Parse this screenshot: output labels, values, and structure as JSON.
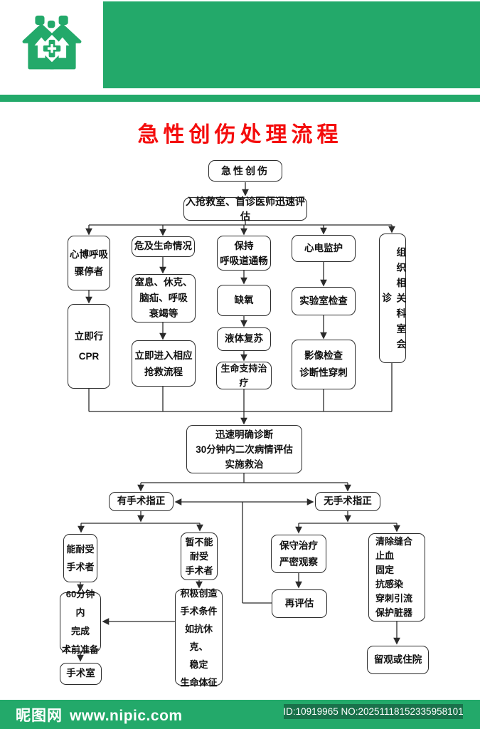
{
  "header": {
    "title": "急性创伤处理流程",
    "logo_name": "hospital-houses-cross-logo"
  },
  "colors": {
    "brand_green": "#23A96A",
    "title_red": "#F40C0C",
    "id_badge_green": "#19714A",
    "line_black": "#2B2B2B"
  },
  "flowchart": {
    "nodes": {
      "start": "急性创伤",
      "triage": "入抢救室、首诊医师迅速评估",
      "cardiac_arrest": "心博呼吸\n骤停者",
      "cpr": "立即行\nCPR",
      "life_threat": "危及生命情况",
      "critical_conditions": "窒息、休克、\n脑疝、呼吸\n衰竭等",
      "rescue_process": "立即进入相应\n抢救流程",
      "airway": "保持\n呼吸道通畅",
      "hypoxia": "缺氧",
      "fluid_resuscitation": "液体复苏",
      "life_support": "生命支持治疗",
      "ecg_monitor": "心电监护",
      "lab_tests": "实验室检查",
      "imaging": "影像检查\n诊断性穿刺",
      "consultation": "组织相关科室会诊",
      "diagnosis": "迅速明确诊断\n30分钟内二次病情评估\n实施救治",
      "surgery_indicated": "有手术指正",
      "no_surgery_indicated": "无手术指正",
      "tolerate_surgery": "能耐受\n手术者",
      "not_tolerate_surgery": "暂不能\n耐受\n手术者",
      "prep_60min": "60分钟内\n完成\n术前准备",
      "operating_room": "手术室",
      "create_conditions": "积极创造\n手术条件\n如抗休克、\n稳定\n生命体征",
      "conservative": "保守治疗\n严密观察",
      "reevaluate": "再评估",
      "wound_care": "清除缝合\n止血\n固定\n抗感染\n穿刺引流\n保护脏器",
      "observe_admit": "留观或住院"
    }
  },
  "footer": {
    "site_name": "昵图网",
    "site_url": "www.nipic.com",
    "id_text": "ID:10919965 NO:20251118152335958101"
  }
}
